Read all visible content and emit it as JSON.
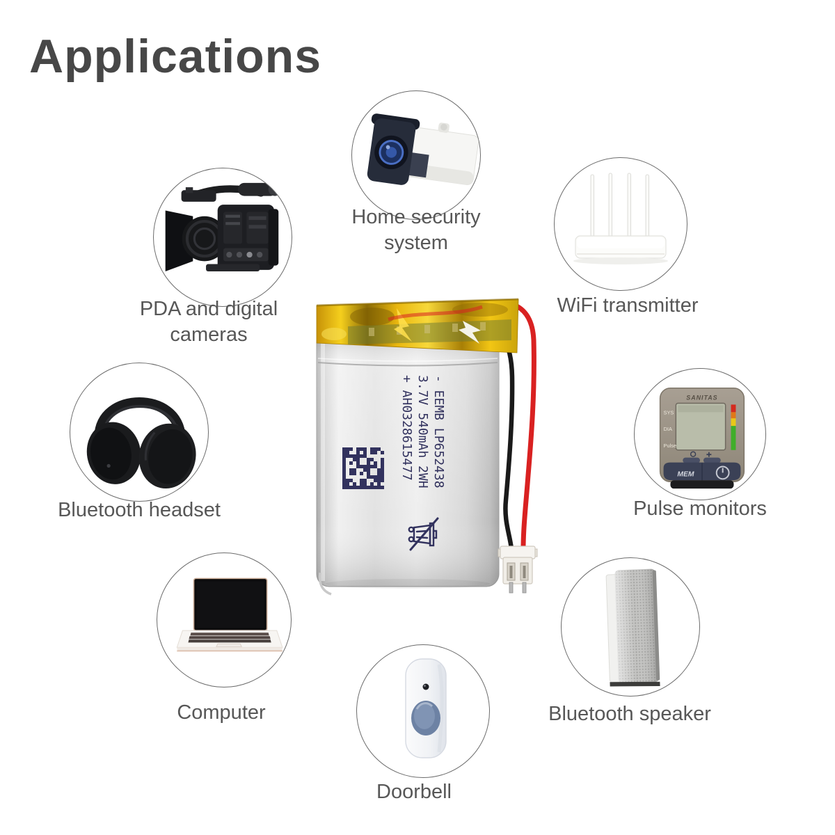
{
  "title": "Applications",
  "applications": [
    {
      "name": "home-security-system",
      "label": "Home security\nsystem",
      "icon": "security-camera-icon"
    },
    {
      "name": "pda-digital-cameras",
      "label": "PDA and digital\ncameras",
      "icon": "camcorder-icon"
    },
    {
      "name": "wifi-transmitter",
      "label": "WiFi transmitter",
      "icon": "wifi-router-icon"
    },
    {
      "name": "bluetooth-headset",
      "label": "Bluetooth headset",
      "icon": "headphones-icon"
    },
    {
      "name": "pulse-monitors",
      "label": "Pulse monitors",
      "icon": "blood-pressure-monitor-icon"
    },
    {
      "name": "computer",
      "label": "Computer",
      "icon": "laptop-icon"
    },
    {
      "name": "bluetooth-speaker",
      "label": "Bluetooth speaker",
      "icon": "speaker-icon"
    },
    {
      "name": "doorbell",
      "label": "Doorbell",
      "icon": "doorbell-icon"
    }
  ],
  "battery": {
    "print_line1": "- EEMB LP652438",
    "print_line2": "3.7V 540mAh 2WH",
    "print_line3": "+ AH0328615477",
    "marks": [
      "data-matrix-code",
      "crossed-out-bin-icon"
    ],
    "wire_positive_color": "#d92121",
    "wire_negative_color": "#1a1a1a",
    "tape_color": "#e8b50a",
    "body_color": "#d9d9d9",
    "print_color": "#32325e"
  },
  "pulse_monitor_device": {
    "brand": "SANITAS",
    "display_labels": [
      "SYS",
      "DIA",
      "Pulse"
    ],
    "memory_button": "MEM"
  },
  "colors": {
    "title": "#474747",
    "caption": "#575757",
    "circle_border": "#6b6b6b",
    "background": "#ffffff"
  }
}
